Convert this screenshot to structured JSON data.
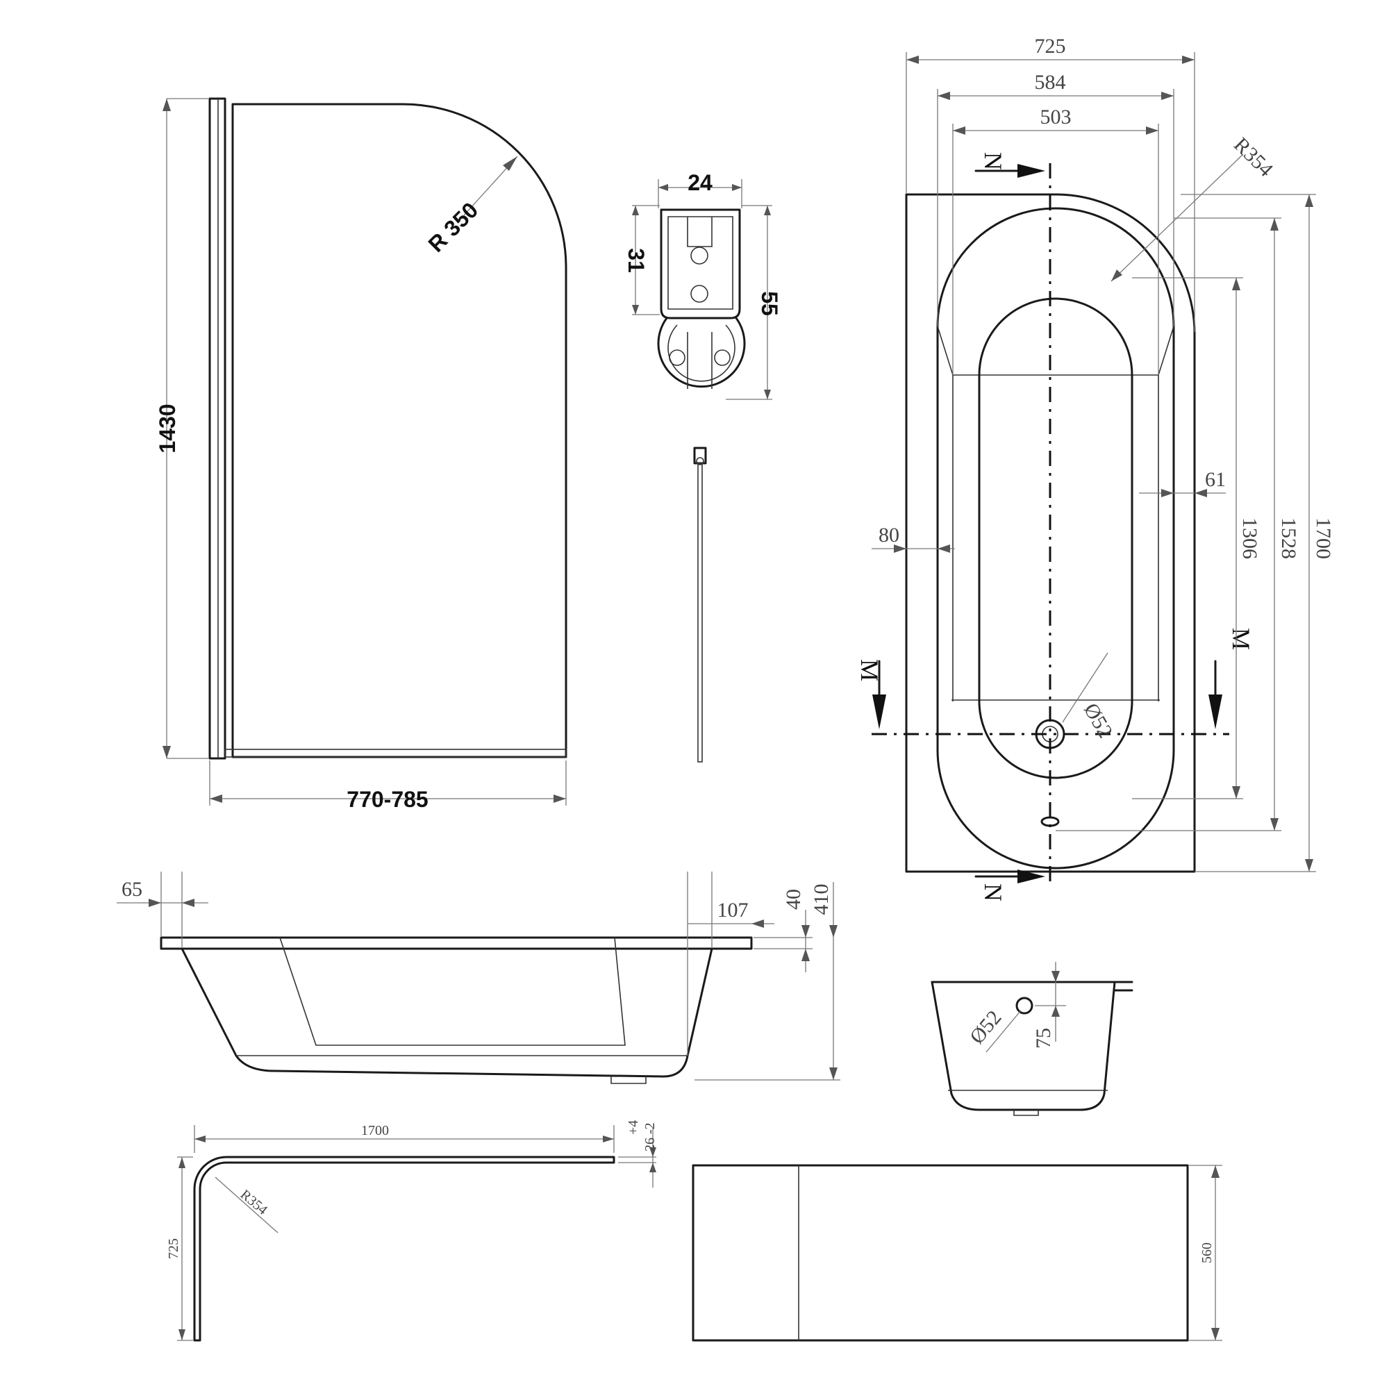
{
  "screen": {
    "radius": "R 350",
    "height": "1430",
    "width": "770-785"
  },
  "profile": {
    "width": "24",
    "height_short": "31",
    "height_full": "55"
  },
  "plan": {
    "w_outer": "725",
    "w_mid": "584",
    "w_inner": "503",
    "radius": "R354",
    "rim_left": "80",
    "rim_right": "61",
    "l_inner": "1306",
    "l_mid": "1528",
    "l_outer": "1700",
    "waste": "Ø52",
    "section_n": "N",
    "section_m": "M"
  },
  "side": {
    "end_offset": "65",
    "rim_offset": "107",
    "rim_thickness": "40",
    "depth": "410"
  },
  "end_section": {
    "waste": "Ø52",
    "waste_height": "75"
  },
  "panel_plan": {
    "length": "1700",
    "width": "725",
    "radius": "R354",
    "tol_plus": "+4",
    "tol_minus": "26 -2"
  },
  "end_panel": {
    "height": "560"
  }
}
